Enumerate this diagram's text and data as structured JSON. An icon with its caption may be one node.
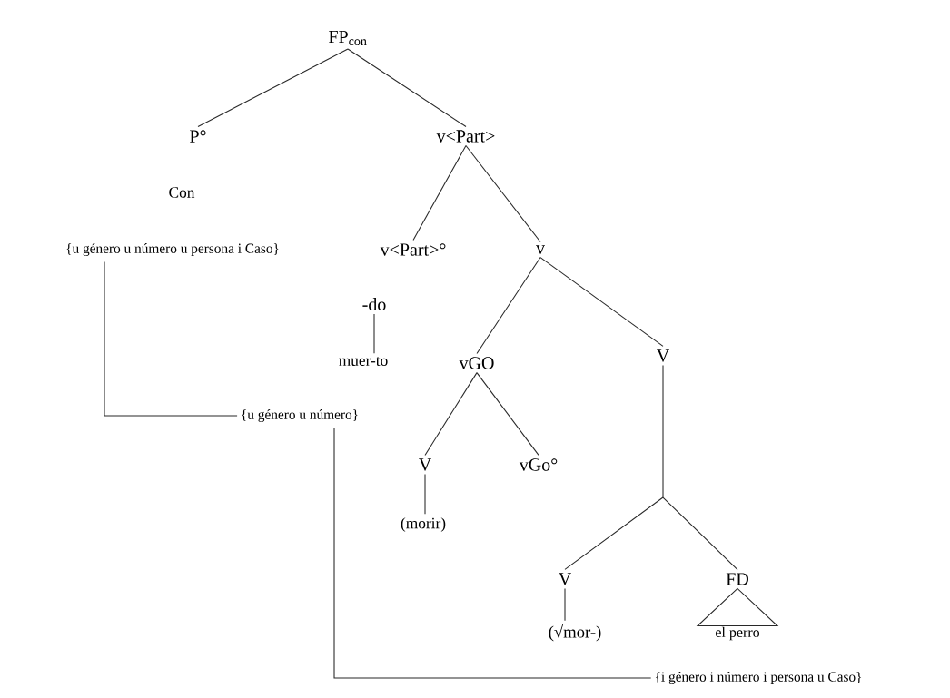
{
  "diagram": {
    "nodes": [
      {
        "text": [
          "FP$_{con}$"
        ]
      },
      {
        "text": [
          "P°"
        ]
      },
      {
        "text": [
          "v<Part>"
        ]
      },
      {
        "text": [
          "{u género u número u persona i Caso}"
        ]
      },
      {
        "text": [
          "v<Part>°"
        ]
      },
      {
        "text": [
          "v"
        ]
      },
      {
        "text": [
          "-do"
        ]
      },
      {
        "text": [
          "muer-to"
        ]
      },
      {
        "text": [
          "vGO"
        ]
      },
      {
        "text": [
          "V"
        ]
      },
      {
        "text": [
          "{u género u número}"
        ]
      },
      {
        "text": [
          "V"
        ]
      },
      {
        "text": [
          "vGo°"
        ]
      },
      {
        "text": [
          "(morir)"
        ]
      },
      {
        "text": [
          "V"
        ]
      },
      {
        "text": [
          "FD"
        ]
      },
      {
        "text": [
          "(√mor-)"
        ]
      },
      {
        "text": [
          "el perro"
        ]
      },
      {
        "text": [
          "{i género i número i persona u Caso}"
        ]
      }
    ],
    "edges": [
      {
        "from": 0,
        "to": 1,
        "arrow": "none"
      },
      {
        "from": 0,
        "to": 2,
        "arrow": "none"
      },
      {
        "from": 2,
        "to": 4,
        "arrow": "none"
      },
      {
        "from": 2,
        "to": 5,
        "arrow": "none"
      },
      {
        "from": 5,
        "to": 8,
        "arrow": "none"
      },
      {
        "from": 5,
        "to": 9,
        "arrow": "none"
      },
      {
        "from": 6,
        "to": 7,
        "arrow": "none"
      },
      {
        "from": 8,
        "to": 11,
        "arrow": "none"
      },
      {
        "from": 8,
        "to": 12,
        "arrow": "none"
      },
      {
        "from": 11,
        "to": 13,
        "arrow": "none"
      },
      {
        "from": 9,
        "to": 14,
        "arrow": "none"
      },
      {
        "from": 9,
        "to": 15,
        "arrow": "none"
      },
      {
        "from": 14,
        "to": 16,
        "arrow": "none"
      },
      {
        "from": 15,
        "to": 17,
        "arrow": "none"
      },
      {
        "from": 3,
        "to": 10,
        "arrow": "none"
      },
      {
        "from": 10,
        "to": 18,
        "arrow": "none"
      }
    ],
    "labels": [
      "Con"
    ]
  }
}
